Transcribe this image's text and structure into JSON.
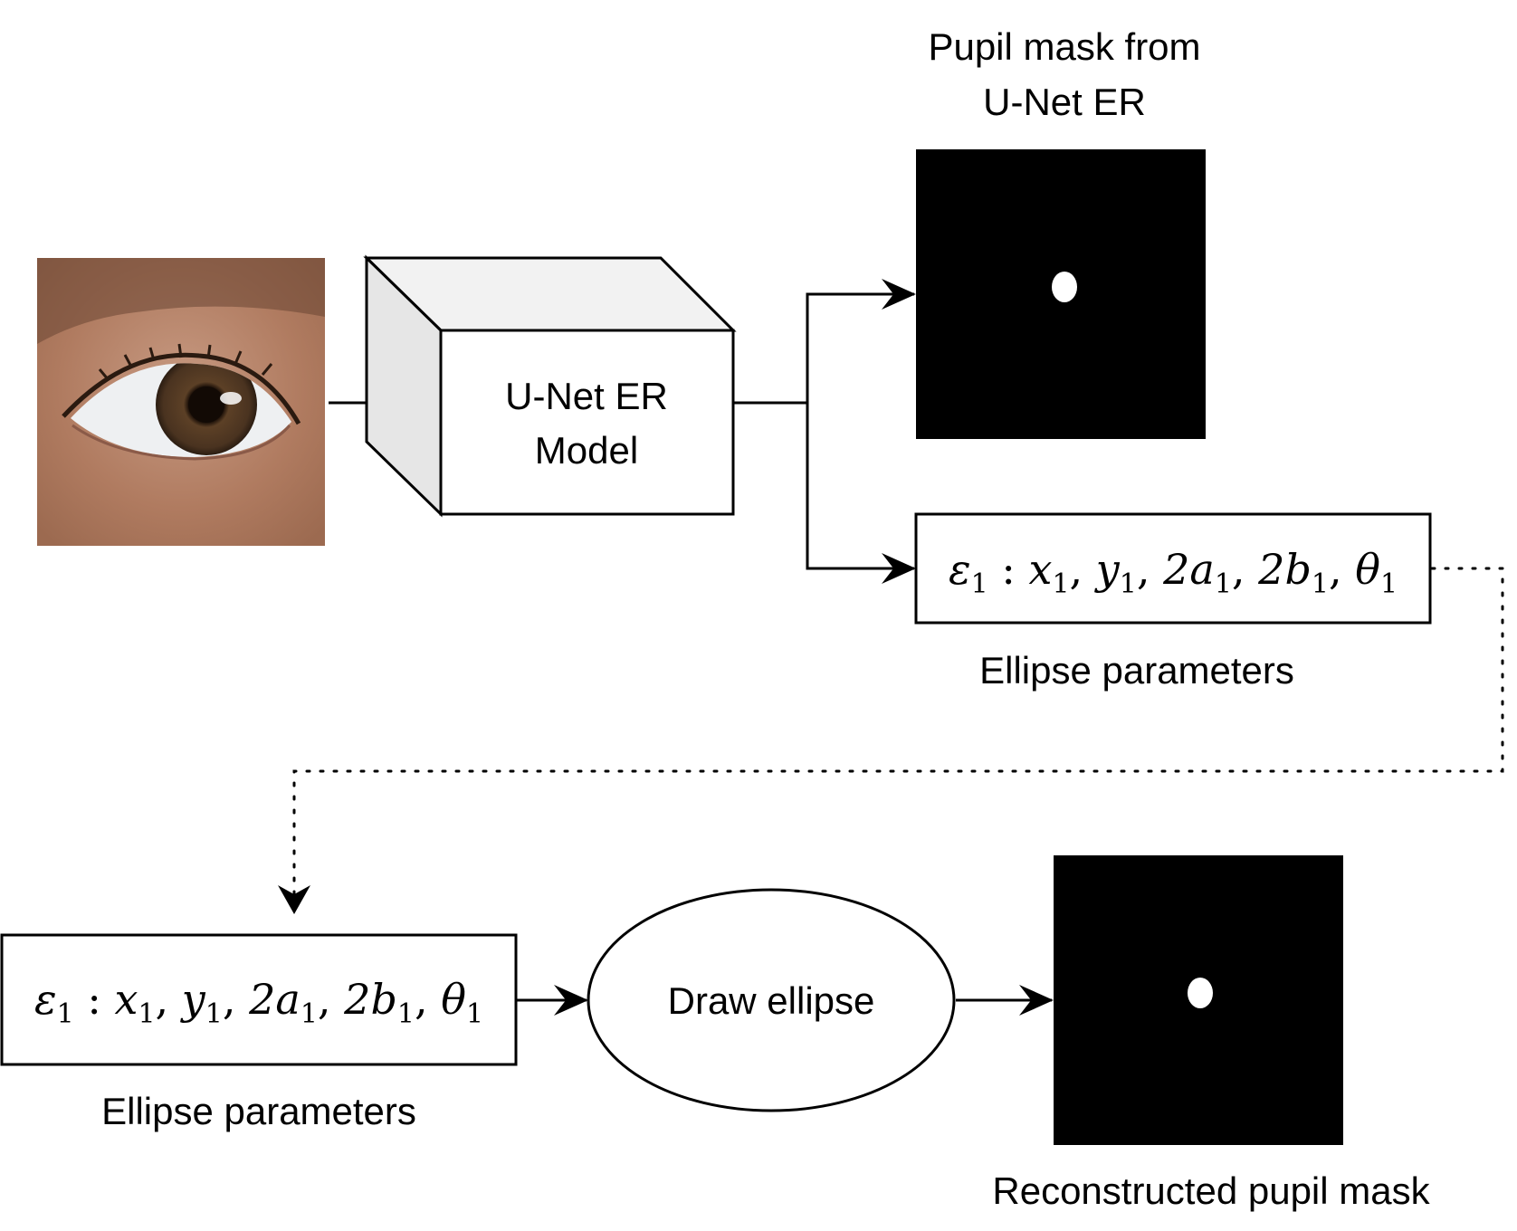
{
  "labels": {
    "top_mask_title_line1": "Pupil mask from",
    "top_mask_title_line2": "U-Net ER",
    "model_line1": "U-Net ER",
    "model_line2": "Model",
    "params_caption_top": "Ellipse parameters",
    "params_caption_bottom": "Ellipse parameters",
    "draw_node": "Draw ellipse",
    "reconstructed_caption": "Reconstructed pupil mask"
  },
  "formula": {
    "symbol": "ε",
    "sub": "1",
    "sep": " : ",
    "terms": [
      {
        "text": "x",
        "sub": "1"
      },
      {
        "text": "y",
        "sub": "1"
      },
      {
        "text": "2a",
        "sub": "1"
      },
      {
        "text": "2b",
        "sub": "1"
      },
      {
        "text": "θ",
        "sub": "1"
      }
    ]
  },
  "colors": {
    "mask_background": "#000000",
    "pupil": "#ffffff",
    "box_side_face": "#e6e6e6",
    "box_top_face": "#f2f2f2",
    "skin": "#b8876d",
    "iris": "#4a3320"
  },
  "icons": {
    "eye_photo": "eye-photo-icon"
  }
}
